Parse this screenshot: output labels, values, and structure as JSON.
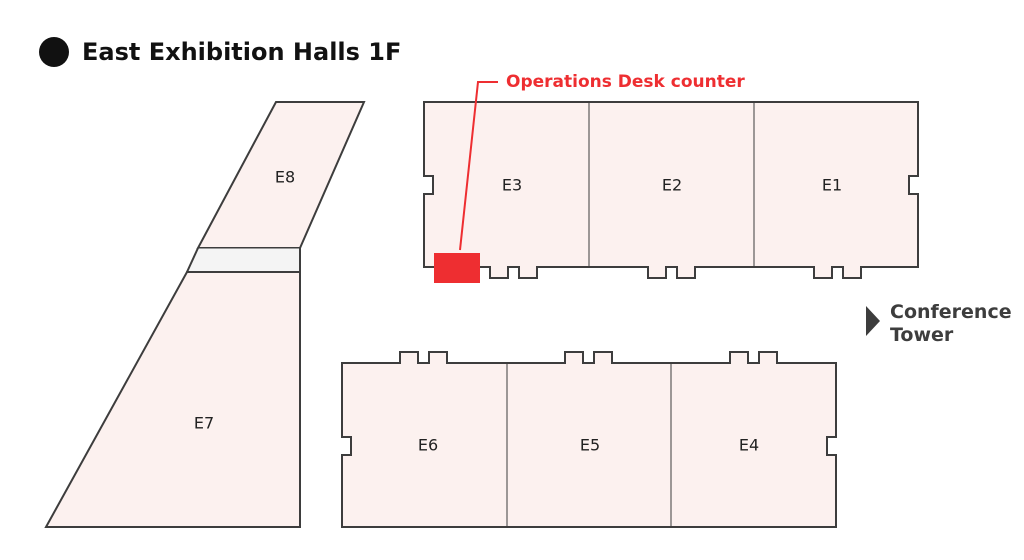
{
  "title": "East Exhibition Halls 1F",
  "callout": {
    "label": "Operations Desk counter",
    "color": "#ee2e31"
  },
  "direction": {
    "line1": "Conference",
    "line2": "Tower"
  },
  "halls": [
    {
      "id": "e1",
      "label": "E1"
    },
    {
      "id": "e2",
      "label": "E2"
    },
    {
      "id": "e3",
      "label": "E3"
    },
    {
      "id": "e4",
      "label": "E4"
    },
    {
      "id": "e5",
      "label": "E5"
    },
    {
      "id": "e6",
      "label": "E6"
    },
    {
      "id": "e7",
      "label": "E7"
    },
    {
      "id": "e8",
      "label": "E8"
    }
  ],
  "colors": {
    "hall_fill": "#fcf1ef",
    "outline": "#3d3d3d",
    "connector_fill": "#f4f4f4"
  }
}
